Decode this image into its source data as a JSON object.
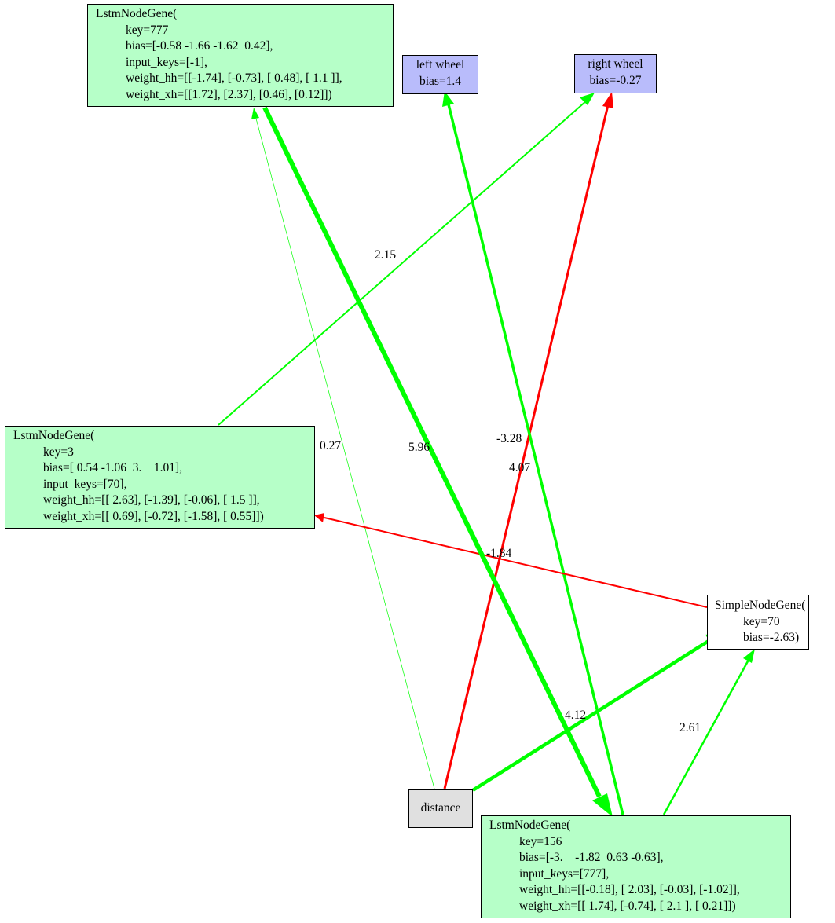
{
  "nodes": {
    "lstm777": {
      "title": "LstmNodeGene(",
      "lines": [
        "key=777",
        "bias=[-0.58 -1.66 -1.62  0.42],",
        "input_keys=[-1],",
        "weight_hh=[[-1.74], [-0.73], [ 0.48], [ 1.1 ]],",
        "weight_xh=[[1.72], [2.37], [0.46], [0.12]])"
      ]
    },
    "lstm3": {
      "title": "LstmNodeGene(",
      "lines": [
        "key=3",
        "bias=[ 0.54 -1.06  3.    1.01],",
        "input_keys=[70],",
        "weight_hh=[[ 2.63], [-1.39], [-0.06], [ 1.5 ]],",
        "weight_xh=[[ 0.69], [-0.72], [-1.58], [ 0.55]])"
      ]
    },
    "lstm156": {
      "title": "LstmNodeGene(",
      "lines": [
        "key=156",
        "bias=[-3.    -1.82  0.63 -0.63],",
        "input_keys=[777],",
        "weight_hh=[[-0.18], [ 2.03], [-0.03], [-1.02]],",
        "weight_xh=[[ 1.74], [-0.74], [ 2.1 ], [ 0.21]])"
      ]
    },
    "simple70": {
      "title": "SimpleNodeGene(",
      "lines": [
        "key=70",
        "bias=-2.63)"
      ]
    },
    "left_wheel": {
      "name": "left wheel",
      "bias": "bias=1.4"
    },
    "right_wheel": {
      "name": "right wheel",
      "bias": "bias=-0.27"
    },
    "distance": {
      "name": "distance"
    }
  },
  "edges": [
    {
      "id": "lstm777-to-lstm156",
      "label": "5.96",
      "color": "#00ff00"
    },
    {
      "id": "distance-to-lstm777",
      "label": "0.27",
      "color": "#00ff00"
    },
    {
      "id": "lstm3-to-right-wheel",
      "label": "2.15",
      "color": "#00ff00"
    },
    {
      "id": "distance-to-right-wheel",
      "label": "-3.28",
      "color": "#ff0000"
    },
    {
      "id": "lstm156-to-left-wheel",
      "label": "4.07",
      "color": "#00ff00"
    },
    {
      "id": "simple70-to-lstm3",
      "label": "-1.84",
      "color": "#ff0000"
    },
    {
      "id": "distance-to-simple70",
      "label": "4.12",
      "color": "#00ff00"
    },
    {
      "id": "lstm156-to-simple70",
      "label": "2.61",
      "color": "#00ff00"
    }
  ]
}
